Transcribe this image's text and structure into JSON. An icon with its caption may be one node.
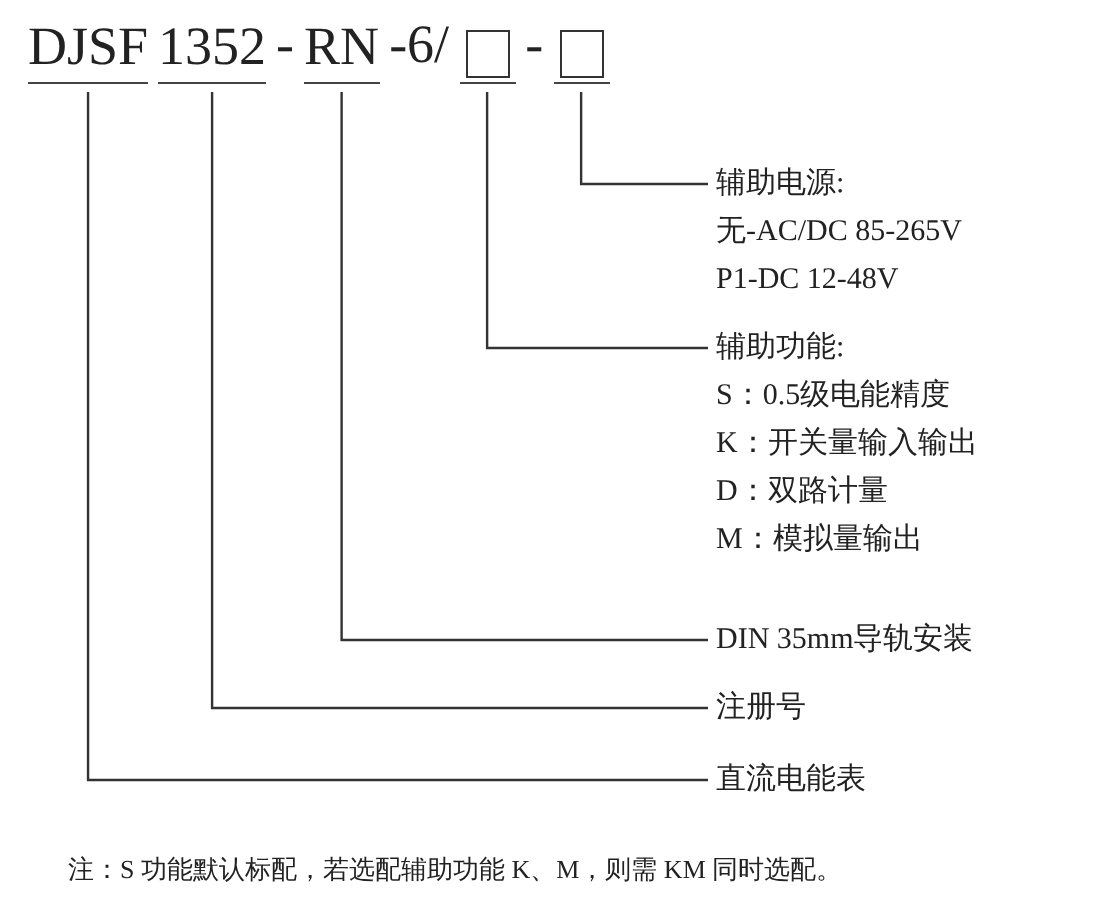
{
  "diagram": {
    "nodes": [
      {
        "text": [
          "DJSF"
        ]
      },
      {
        "text": [
          "1352"
        ]
      },
      {
        "text": [
          "RN"
        ]
      },
      {
        "text": [],
        "shape": "box"
      },
      {
        "text": [],
        "shape": "box"
      },
      {
        "text": [
          "辅助电源:",
          "无-AC/DC 85-265V",
          "P1-DC 12-48V"
        ]
      },
      {
        "text": [
          "辅助功能:",
          "S：0.5级电能精度",
          "K：开关量输入输出",
          "D：双路计量",
          "M：模拟量输出"
        ]
      },
      {
        "text": [
          "DIN 35mm导轨安装"
        ]
      },
      {
        "text": [
          "注册号"
        ]
      },
      {
        "text": [
          "直流电能表"
        ]
      }
    ],
    "edges": [
      {
        "from": 4,
        "to": 5,
        "arrow": "none"
      },
      {
        "from": 3,
        "to": 6,
        "arrow": "none"
      },
      {
        "from": 2,
        "to": 7,
        "arrow": "none"
      },
      {
        "from": 1,
        "to": 8,
        "arrow": "none"
      },
      {
        "from": 0,
        "to": 9,
        "arrow": "none"
      }
    ],
    "labels": [
      "-",
      "-6/",
      "-",
      "注：S 功能默认标配，若选配辅助功能 K、M，则需 KM 同时选配。"
    ]
  }
}
